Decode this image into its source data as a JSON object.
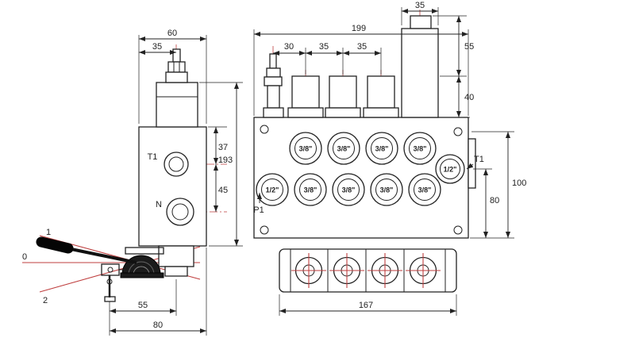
{
  "colors": {
    "ink": "#222222",
    "red": "#bf3f3f",
    "bg": "#ffffff"
  },
  "left_view": {
    "dim_60": "60",
    "dim_35_top": "35",
    "dim_37": "37",
    "dim_45": "45",
    "dim_193": "193",
    "dim_55": "55",
    "dim_80": "80",
    "port_t1": "T1",
    "port_n": "N",
    "pos_up": "1",
    "pos_neutral": "0",
    "pos_down": "2"
  },
  "front_view": {
    "dim_199": "199",
    "dim_35_block": "35",
    "dim_30": "30",
    "dim_35_a": "35",
    "dim_35_b": "35",
    "dim_55": "55",
    "dim_40": "40",
    "dim_80": "80",
    "dim_100": "100",
    "dim_167": "167",
    "port_p1": "P1",
    "port_t1": "T1",
    "top_ports": [
      "3/8\"",
      "3/8\"",
      "3/8\"",
      "3/8\""
    ],
    "bottom_ports": [
      "1/2\"",
      "3/8\"",
      "3/8\"",
      "3/8\"",
      "3/8\""
    ],
    "right_port": "1/2\""
  }
}
